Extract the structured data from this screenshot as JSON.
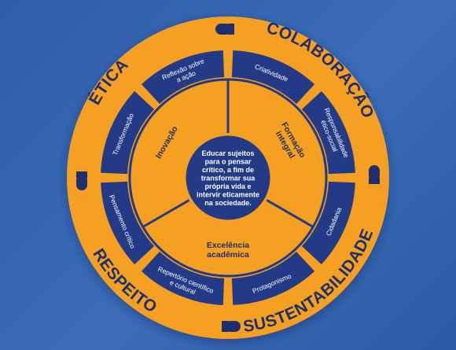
{
  "outer_values": [
    "ÉTICA",
    "COLABORAÇÃO",
    "SUSTENTABILIDADE",
    "RESPEITO"
  ],
  "practices": [
    {
      "lines": [
        "Criatividade"
      ]
    },
    {
      "lines": [
        "Responsabilidade",
        "ético-social"
      ]
    },
    {
      "lines": [
        "Cidadania"
      ]
    },
    {
      "lines": [
        "Protagonismo"
      ]
    },
    {
      "lines": [
        "Repertório científico",
        "e cultural"
      ]
    },
    {
      "lines": [
        "Pensamento crítico"
      ]
    },
    {
      "lines": [
        "Transformação"
      ]
    },
    {
      "lines": [
        "Reflexão sobre",
        "a ação"
      ]
    }
  ],
  "pillars": [
    {
      "lines": [
        "Inovação"
      ]
    },
    {
      "lines": [
        "Formação",
        "integral"
      ]
    },
    {
      "lines": [
        "Excelência",
        "acadêmica"
      ]
    }
  ],
  "center_lines": [
    "Educar sujeitos",
    "para o pensar",
    "crítico, a fim de",
    "transformar sua",
    "própria vida e",
    "intervir eticamente",
    "na sociedade."
  ],
  "colors": {
    "orange": "#f5a020",
    "navy": "#233a86",
    "dark_text": "#1f2f6e",
    "background": "#3565b0"
  }
}
